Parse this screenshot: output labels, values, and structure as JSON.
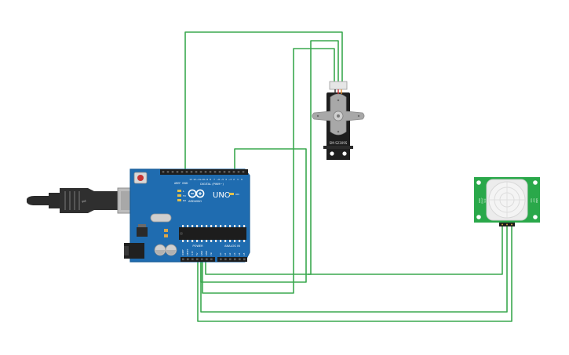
{
  "arduino": {
    "digital_header_label": "DIGITAL (PWM~)",
    "brand_label": "ARDUINO",
    "model_label": "UNO",
    "power_label": "POWER",
    "analog_label": "ANALOG IN",
    "aref_label": "AREF",
    "gnd_label": "GND",
    "tx_label": "TX",
    "rx_label": "RX",
    "l_label": "L",
    "on_label": "ON",
    "digital_pins": [
      "13",
      "12",
      "~11",
      "~10",
      "~9",
      "8",
      "7",
      "~6",
      "~5",
      "4",
      "~3",
      "2",
      "1",
      "0"
    ],
    "power_pins": [
      "IOREF",
      "RESET",
      "3.3V",
      "5V",
      "GND",
      "GND",
      "Vin"
    ],
    "analog_pins": [
      "A0",
      "A1",
      "A2",
      "A3",
      "A4",
      "A5"
    ]
  },
  "servo": {
    "model_label": "SM-S2309S"
  },
  "pir": {
    "left_pin_labels": [
      "GND",
      "DOUT",
      "VCC"
    ],
    "right_pin_labels": [
      "VCC",
      "OUT",
      "GND"
    ]
  },
  "colors": {
    "wire": "#3aa84f",
    "board": "#1f6cb0",
    "board_dark": "#175d9a",
    "header": "#1d1d1d",
    "servo_body": "#1e1e1e",
    "servo_horn": "#a8a8a8",
    "pir_board": "#2aa84a",
    "usb_metal": "#b5b5b5",
    "usb_cable": "#2b2b2b"
  }
}
